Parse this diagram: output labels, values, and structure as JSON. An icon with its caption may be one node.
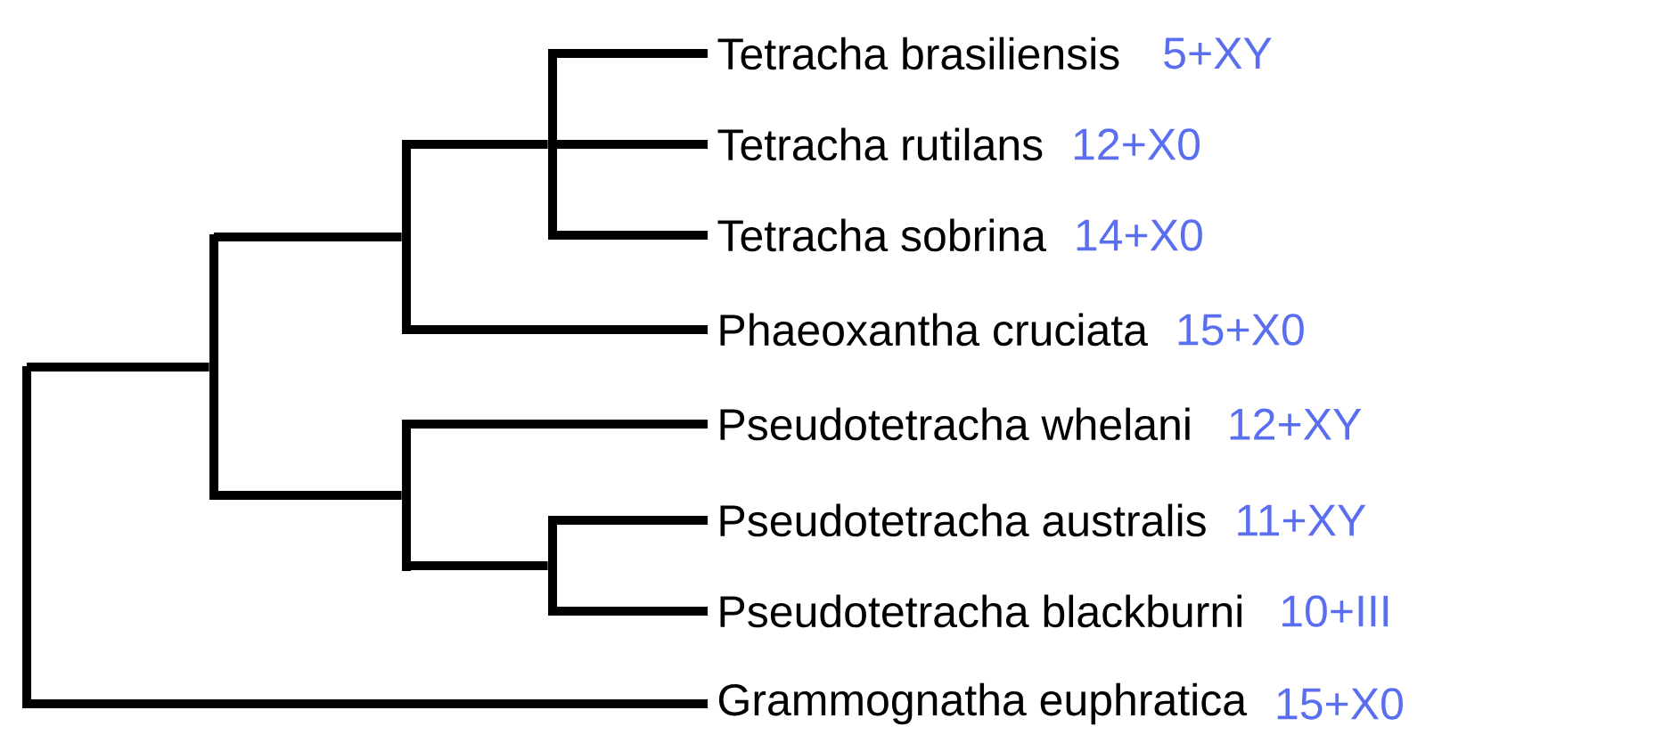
{
  "diagram": {
    "nodes": [
      {
        "text": [
          "Tetracha brasiliensis"
        ],
        "beside": [
          "5+XY"
        ]
      },
      {
        "text": [
          "Tetracha rutilans"
        ],
        "beside": [
          "12+X0"
        ]
      },
      {
        "text": [
          "Tetracha sobrina"
        ],
        "beside": [
          "14+X0"
        ]
      },
      {
        "text": [
          "Phaeoxantha cruciata"
        ],
        "beside": [
          "15+X0"
        ]
      },
      {
        "text": [
          "Pseudotetracha whelani"
        ],
        "beside": [
          "12+XY"
        ]
      },
      {
        "text": [
          "Pseudotetracha australis"
        ],
        "beside": [
          "11+XY"
        ]
      },
      {
        "text": [
          "Pseudotetracha blackburni"
        ],
        "beside": [
          "10+III"
        ]
      },
      {
        "text": [
          "Grammognatha euphratica"
        ],
        "beside": [
          "15+X0"
        ]
      },
      {
        "text": [],
        "shape": "bar"
      },
      {
        "text": [],
        "shape": "bar"
      },
      {
        "text": [],
        "shape": "bar"
      },
      {
        "text": [],
        "shape": "bar"
      },
      {
        "text": [],
        "shape": "bar"
      },
      {
        "text": [],
        "shape": "bar"
      }
    ],
    "edges": [
      {
        "from": 8,
        "to": 9,
        "arrow": "none"
      },
      {
        "from": 8,
        "to": 7,
        "arrow": "none"
      },
      {
        "from": 9,
        "to": 10,
        "arrow": "none"
      },
      {
        "from": 9,
        "to": 11,
        "arrow": "none"
      },
      {
        "from": 10,
        "to": 12,
        "arrow": "none"
      },
      {
        "from": 10,
        "to": 3,
        "arrow": "none"
      },
      {
        "from": 11,
        "to": 4,
        "arrow": "none"
      },
      {
        "from": 11,
        "to": 13,
        "arrow": "none"
      },
      {
        "from": 12,
        "to": 0,
        "arrow": "none"
      },
      {
        "from": 12,
        "to": 1,
        "arrow": "none"
      },
      {
        "from": 12,
        "to": 2,
        "arrow": "none"
      },
      {
        "from": 13,
        "to": 5,
        "arrow": "none"
      },
      {
        "from": 13,
        "to": 6,
        "arrow": "none"
      }
    ]
  }
}
